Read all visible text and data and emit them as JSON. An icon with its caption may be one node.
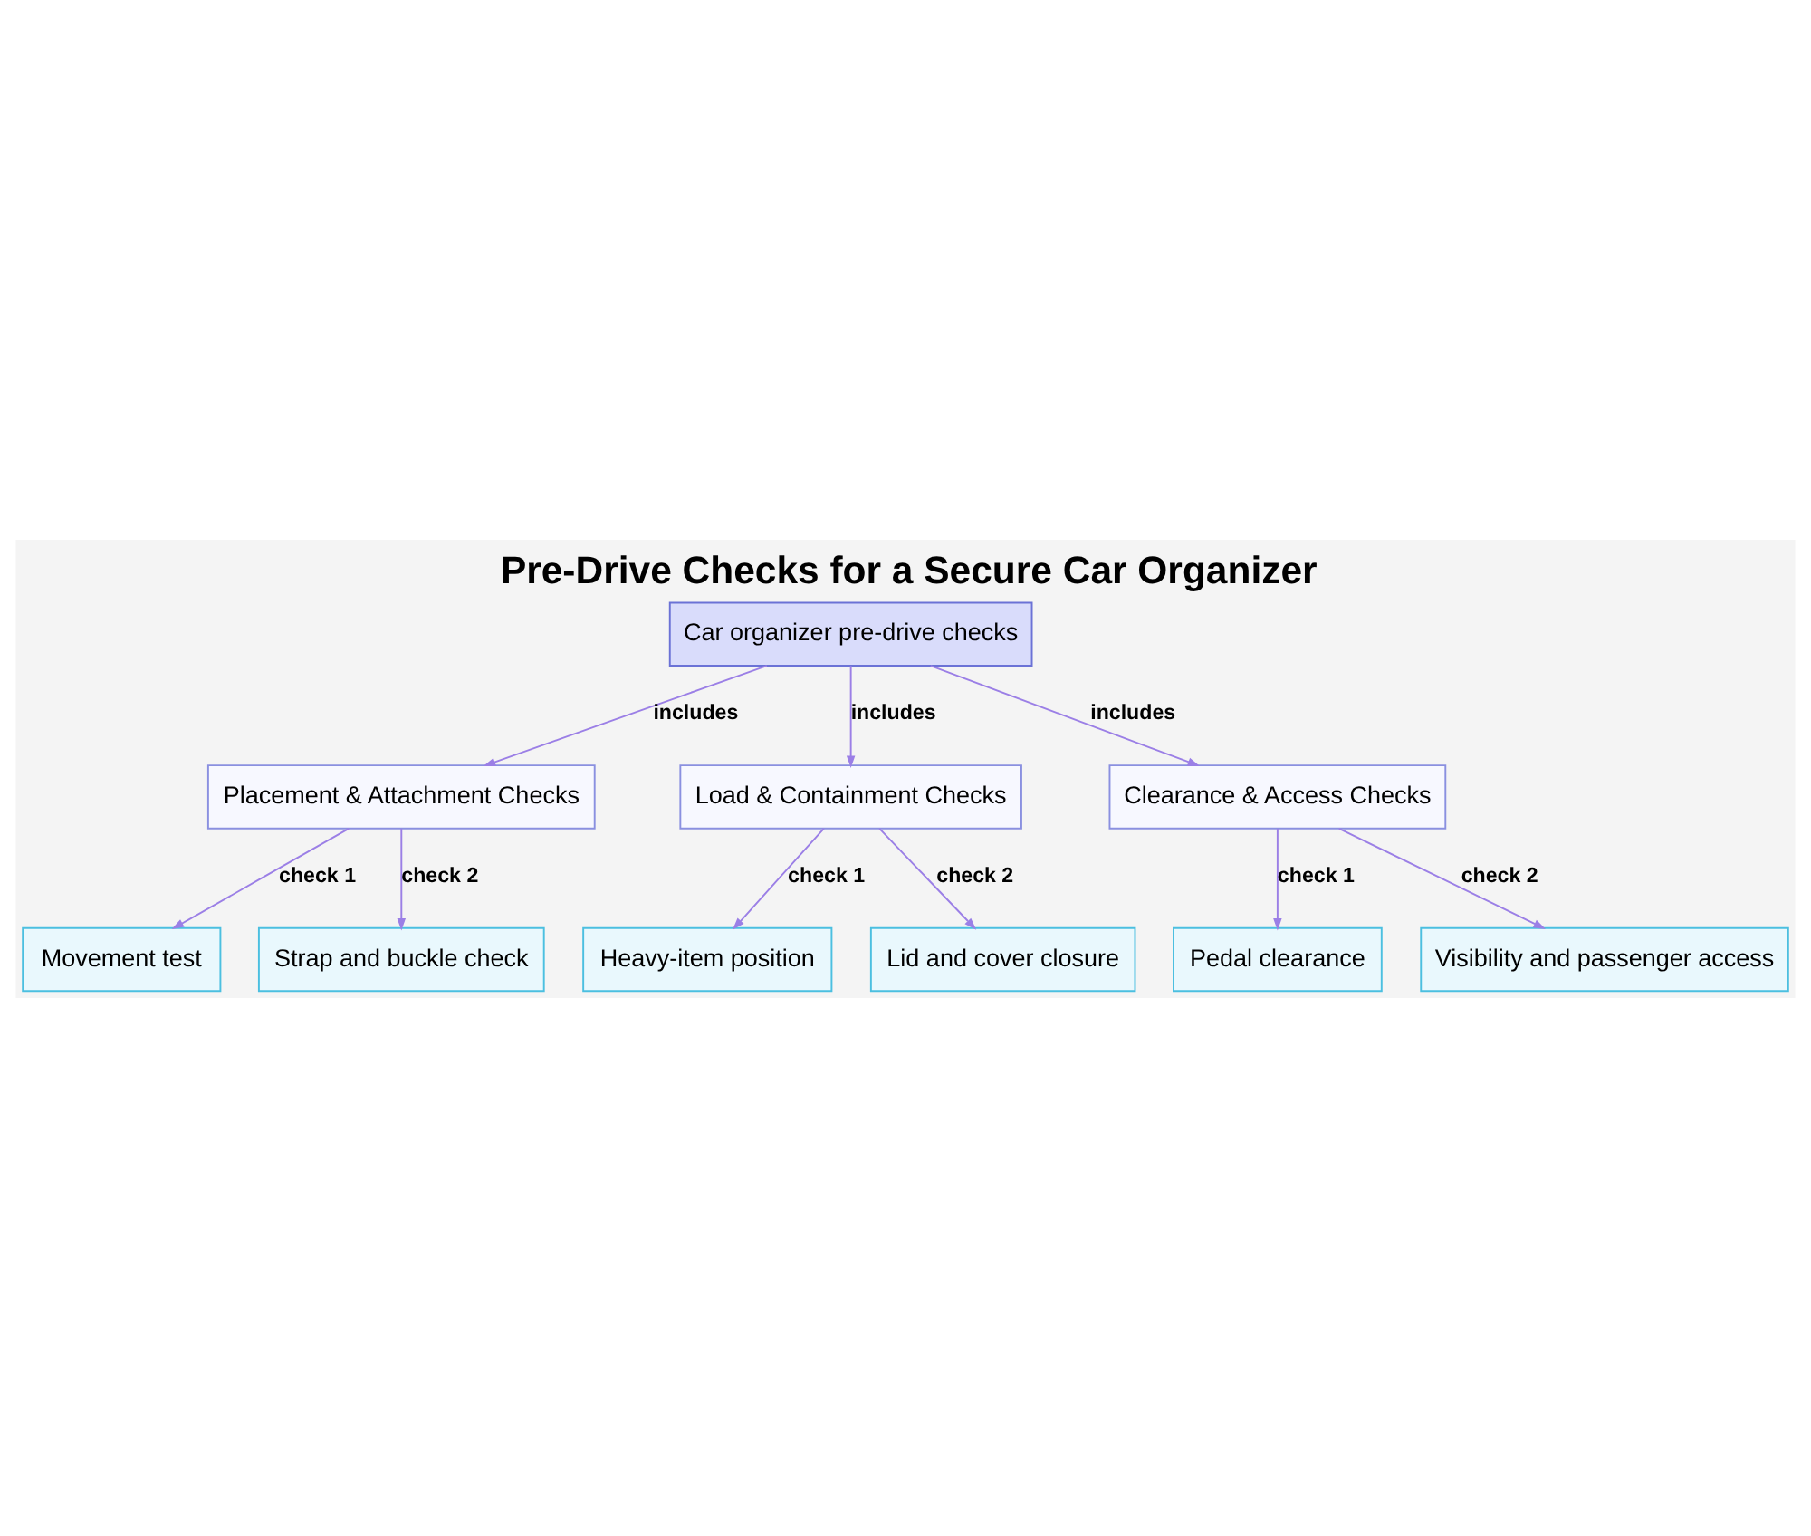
{
  "diagram": {
    "title": "Pre-Drive Checks for a Secure Car Organizer",
    "nodes": [
      {
        "text": [
          "Car organizer pre-drive checks"
        ]
      },
      {
        "text": [
          "Placement & Attachment Checks"
        ]
      },
      {
        "text": [
          "Load & Containment Checks"
        ]
      },
      {
        "text": [
          "Clearance & Access Checks"
        ]
      },
      {
        "text": [
          "Movement test"
        ]
      },
      {
        "text": [
          "Strap and buckle check"
        ]
      },
      {
        "text": [
          "Heavy-item position"
        ]
      },
      {
        "text": [
          "Lid and cover closure"
        ]
      },
      {
        "text": [
          "Pedal clearance"
        ]
      },
      {
        "text": [
          "Visibility and passenger access"
        ]
      }
    ],
    "edges": [
      {
        "from": 0,
        "to": 1,
        "arrow": "to",
        "label": "includes"
      },
      {
        "from": 0,
        "to": 2,
        "arrow": "to",
        "label": "includes"
      },
      {
        "from": 0,
        "to": 3,
        "arrow": "to",
        "label": "includes"
      },
      {
        "from": 1,
        "to": 4,
        "arrow": "to",
        "label": "check 1"
      },
      {
        "from": 1,
        "to": 5,
        "arrow": "to",
        "label": "check 2"
      },
      {
        "from": 2,
        "to": 6,
        "arrow": "to",
        "label": "check 1"
      },
      {
        "from": 2,
        "to": 7,
        "arrow": "to",
        "label": "check 2"
      },
      {
        "from": 3,
        "to": 8,
        "arrow": "to",
        "label": "check 1"
      },
      {
        "from": 3,
        "to": 9,
        "arrow": "to",
        "label": "check 2"
      }
    ]
  }
}
